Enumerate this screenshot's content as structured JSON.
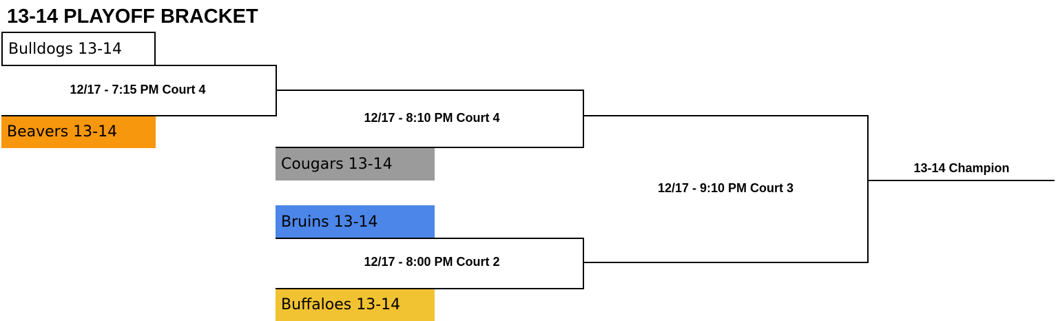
{
  "title": "13-14 PLAYOFF BRACKET",
  "teams": [
    {
      "name": "Bulldogs 13-14",
      "color": "#ffffff"
    },
    {
      "name": "Beavers 13-14",
      "color": "#f7970e"
    },
    {
      "name": "Cougars 13-14",
      "color": "#9b9b9b"
    },
    {
      "name": "Bruins 13-14",
      "color": "#4b86e8"
    },
    {
      "name": "Buffaloes 13-14",
      "color": "#f1c232"
    }
  ],
  "games": [
    {
      "label": "12/17 - 7:15 PM Court 4"
    },
    {
      "label": "12/17 - 8:10 PM Court 4"
    },
    {
      "label": "12/17 - 8:00 PM Court 2"
    },
    {
      "label": "12/17 - 9:10 PM Court 3"
    }
  ],
  "champion": {
    "label": "13-14 Champion"
  }
}
